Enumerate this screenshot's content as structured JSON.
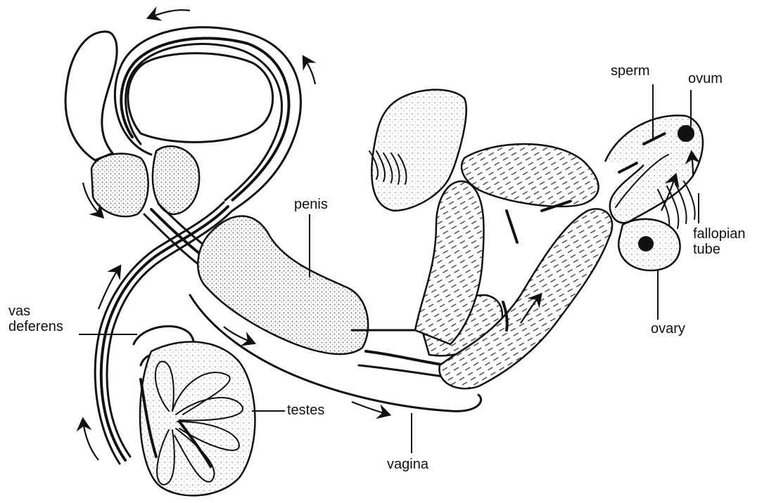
{
  "labels": {
    "penis": "penis",
    "vas_deferens_line1": "vas",
    "vas_deferens_line2": "deferens",
    "testes": "testes",
    "vagina": "vagina",
    "sperm": "sperm",
    "ovum": "ovum",
    "fallopian_line1": "fallopian",
    "fallopian_line2": "tube",
    "ovary": "ovary"
  },
  "colors": {
    "ink": "#111111",
    "background": "#ffffff",
    "stipple": "#555555"
  }
}
